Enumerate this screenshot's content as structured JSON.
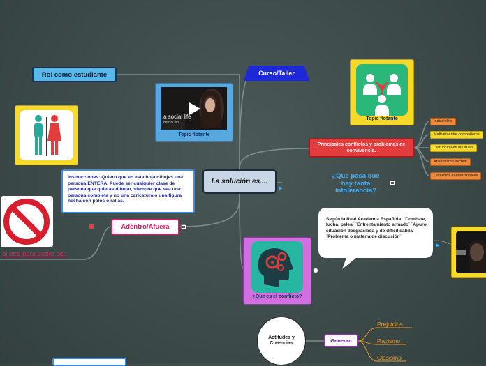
{
  "root": {
    "label": "La solución es...."
  },
  "nodes": {
    "rol": "Rol como estudiante",
    "curso": "Curso/Taller",
    "video_topic": "Topic flotante",
    "video_overlay": "a social life",
    "video_overlay2": "official film",
    "topic_right": "Topic flotante",
    "instrucciones": "Instrucciones: Quiero que en esta hoja dibujes una persona ENTERA. Puede ser cualquier clase de persona que quieras dibujar, siempre que sea una persona completa y no una caricatura o una figura hecha con palos o rallas.",
    "adentro": "Adentro/Afuera",
    "prohib_text": "al otro para poder ser.",
    "principales": "Principales conflictos y problemas de convivencia.",
    "tolerancia": "¿Que pasa que hay tanta intolerancia?",
    "definicion": "Según la Real Academia Española: ¨Combate, lucha, pelea¨ ¨Enfrentamiento armado¨ ¨Apuro, situación desgraciada y de difícil salida¨ ¨Problema o materia de discusión¨",
    "conflicto": "¿Que es el conflicto?",
    "actitudes": "Actitudes y Creencias",
    "generan": "Generan"
  },
  "conflictos": [
    "Indisciplina",
    "Maltrato entre compañeros",
    "Disrupción en las aulas",
    "Absentismo escolar",
    "Conflictos interpersonales"
  ],
  "generan_items": [
    "Prejuicios",
    "Racismo",
    "Clasismo"
  ],
  "colors": {
    "background": "#3d4a4a",
    "accent_blue": "#3fb0ff",
    "accent_pink": "#d81e62",
    "accent_red": "#e23c3c",
    "accent_yellow": "#f7d92a",
    "accent_purple": "#d070e0"
  },
  "icons": [
    "play-icon",
    "team-icon",
    "restroom-icon",
    "prohibited-icon",
    "head-gears-icon",
    "notes-icon",
    "expand-arrow-icon",
    "link-icon"
  ]
}
